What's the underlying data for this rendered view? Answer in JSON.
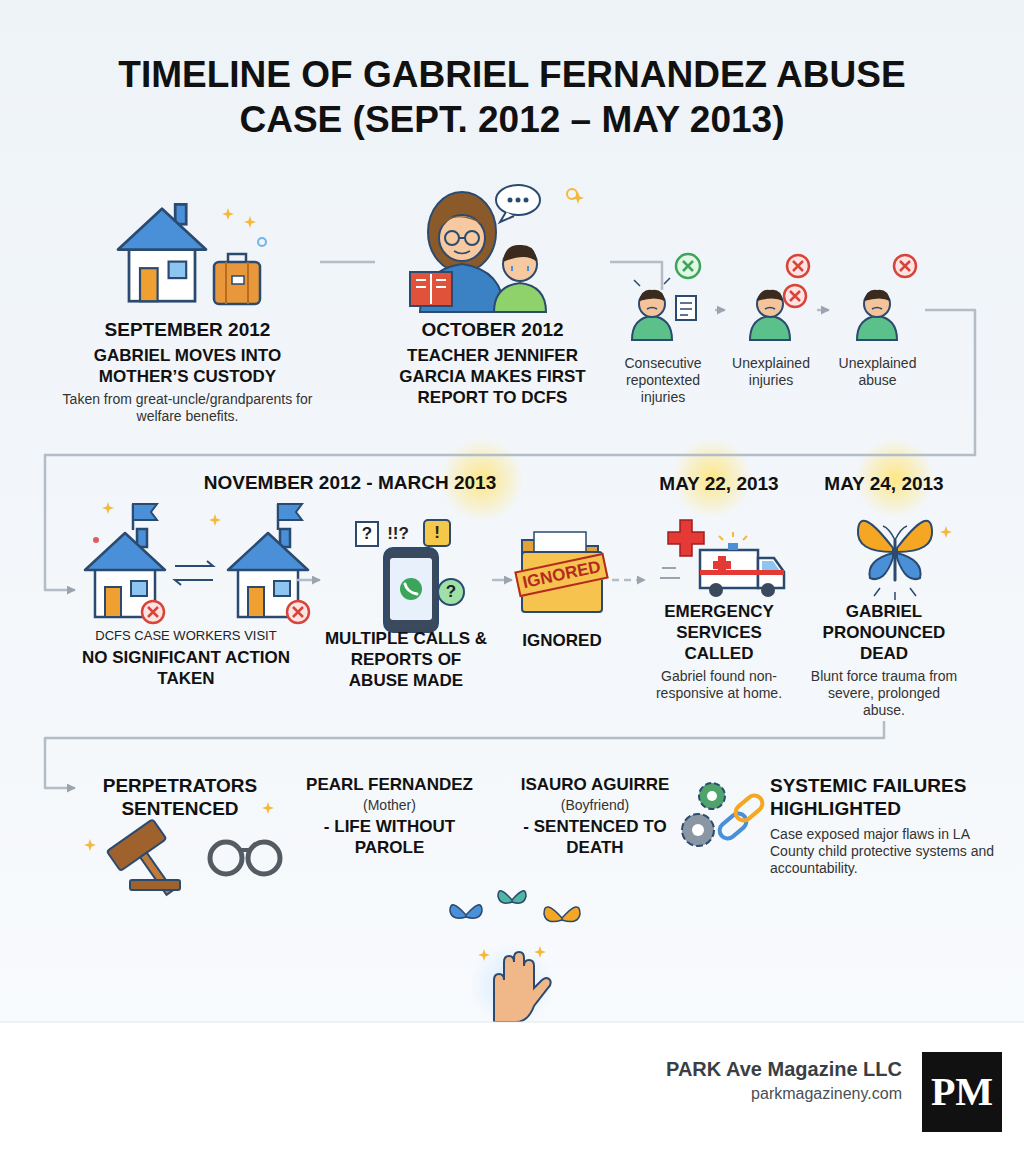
{
  "diagram": {
    "title": "TIMELINE OF GABRIEL FERNANDEZ ABUSE CASE (SEPT. 2012 – MAY 2013)",
    "nodes": [
      {
        "text": [
          "SEPTEMBER 2012",
          "GABRIEL MOVES INTO MOTHER’S CUSTODY",
          "Taken from great-uncle/grandparents for welfare benefits."
        ]
      },
      {
        "text": [
          "OCTOBER 2012",
          "TEACHER JENNIFER GARCIA MAKES FIRST REPORT TO DCFS"
        ]
      },
      {
        "text": [
          "Consecutive repontexted injuries"
        ]
      },
      {
        "text": [
          "Unexplained injuries"
        ]
      },
      {
        "text": [
          "Unexplained abuse"
        ]
      },
      {
        "text": [
          "DCFS CASE WORKERS VISIT",
          "NO SIGNIFICANT ACTION TAKEN"
        ]
      },
      {
        "text": [
          "MULTIPLE CALLS & REPORTS OF ABUSE MADE"
        ]
      },
      {
        "text": [
          "IGNORED",
          "IGNORED"
        ]
      },
      {
        "text": [
          "MAY 22, 2013",
          "EMERGENCY SERVICES CALLED",
          "Gabriel found non-responsive at home."
        ]
      },
      {
        "text": [
          "MAY 24, 2013",
          "GABRIEL PRONOUNCED DEAD",
          "Blunt force trauma from severe, prolonged abuse."
        ]
      },
      {
        "text": [
          "PERPETRATORS SENTENCED"
        ]
      },
      {
        "text": [
          "PEARL FERNANDEZ",
          "(Mother)",
          "- LIFE WITHOUT PAROLE"
        ]
      },
      {
        "text": [
          "ISAURO AGUIRRE",
          "(Boyfriend)",
          "- SENTENCED TO DEATH"
        ]
      },
      {
        "text": [
          "SYSTEMIC FAILURES HIGHLIGHTED",
          "Case exposed major flaws in LA County child protective systems and accountability."
        ]
      }
    ],
    "edges": [
      {
        "from": 0,
        "to": 1,
        "arrow": "none"
      },
      {
        "from": 1,
        "to": 2,
        "arrow": "none"
      },
      {
        "from": 2,
        "to": 3,
        "arrow": "to"
      },
      {
        "from": 3,
        "to": 4,
        "arrow": "to"
      },
      {
        "from": 4,
        "to": 5,
        "arrow": "to"
      },
      {
        "from": 5,
        "to": 6,
        "arrow": "to"
      },
      {
        "from": 6,
        "to": 7,
        "arrow": "to"
      },
      {
        "from": 7,
        "to": 8,
        "arrow": "to"
      },
      {
        "from": 9,
        "to": 10,
        "arrow": "to"
      }
    ],
    "labels": [
      "NOVEMBER 2012 - MARCH 2013",
      "?",
      "!!?",
      "!",
      "?",
      "PARK Ave Magazine LLC",
      "parkmagazineny.com",
      "PM"
    ]
  }
}
